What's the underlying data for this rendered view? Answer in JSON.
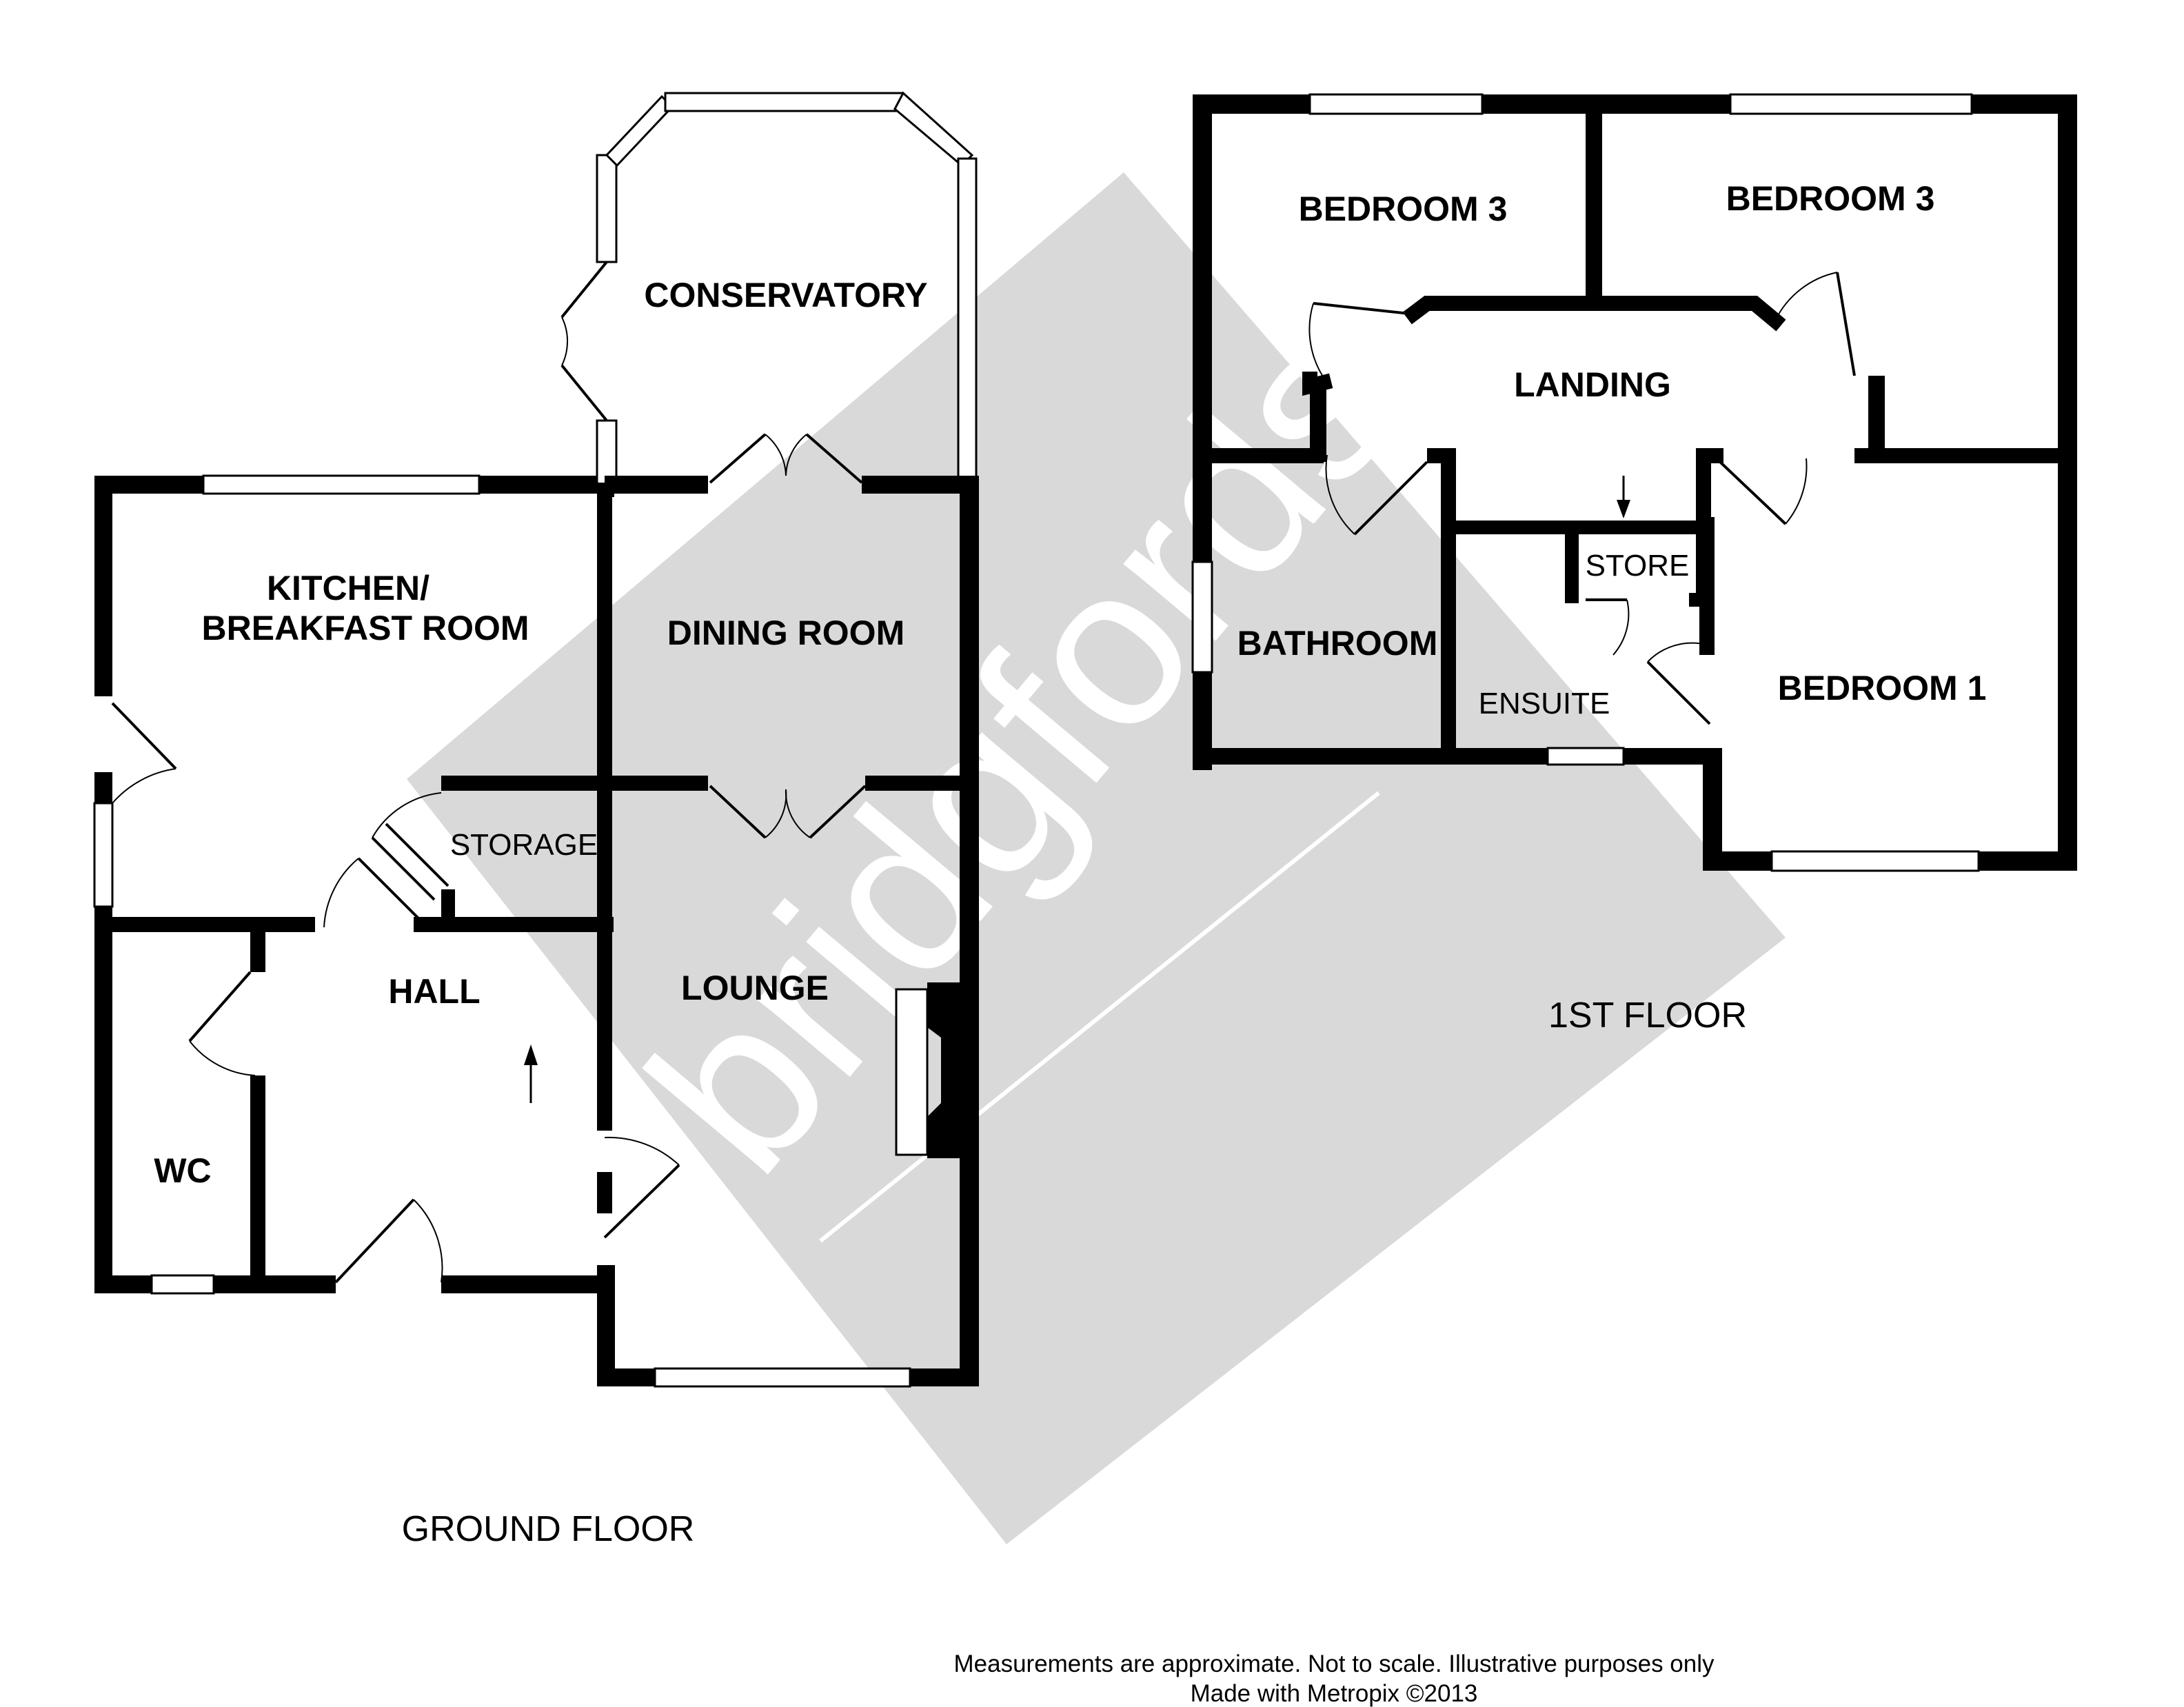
{
  "watermark": {
    "text": "bridgfords",
    "color": "#d9d9d9"
  },
  "ground_floor": {
    "caption": "GROUND FLOOR",
    "rooms": {
      "conservatory": "CONSERVATORY",
      "kitchen_line1": "KITCHEN/",
      "kitchen_line2": "BREAKFAST ROOM",
      "dining": "DINING ROOM",
      "storage": "STORAGE",
      "hall": "HALL",
      "lounge": "LOUNGE",
      "wc": "WC"
    }
  },
  "first_floor": {
    "caption": "1ST FLOOR",
    "rooms": {
      "bedroom3_left": "BEDROOM 3",
      "bedroom3_right": "BEDROOM 3",
      "landing": "LANDING",
      "bathroom": "BATHROOM",
      "store": "STORE",
      "ensuite": "ENSUITE",
      "bedroom1": "BEDROOM 1"
    }
  },
  "footer": {
    "line1": "Measurements are approximate.  Not to scale.  Illustrative purposes only",
    "line2": "Made with Metropix ©2013"
  }
}
